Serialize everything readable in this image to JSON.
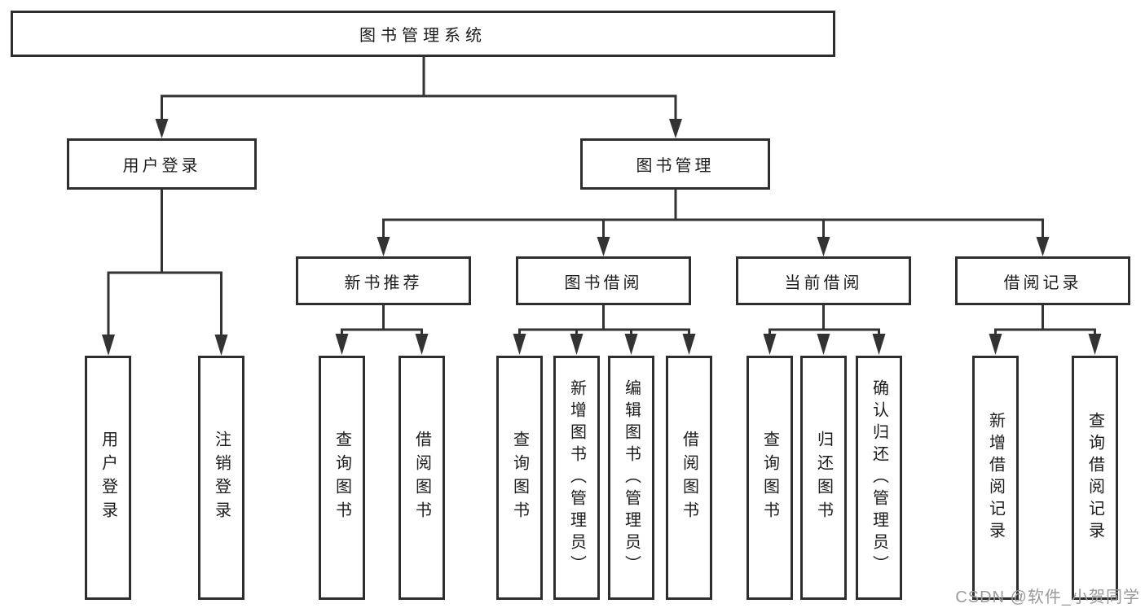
{
  "diagram": {
    "root": "图书管理系统",
    "level2": [
      "用户登录",
      "图书管理"
    ],
    "level3": [
      "新书推荐",
      "图书借阅",
      "当前借阅",
      "借阅记录"
    ],
    "leaves": {
      "user_login": [
        "用户登录",
        "注销登录"
      ],
      "new_book_recommend": [
        "查询图书",
        "借阅图书"
      ],
      "book_borrow": [
        "查询图书",
        "新增图书（管理员）",
        "编辑图书（管理员）",
        "借阅图书"
      ],
      "current_borrow": [
        "查询图书",
        "归还图书",
        "确认归还（管理员）"
      ],
      "borrow_records": [
        "新增借阅记录",
        "查询借阅记录"
      ]
    }
  },
  "watermark": "CSDN @软件_小贺同学",
  "colors": {
    "line": "#333333",
    "border": "#2e2e2e",
    "text": "#1c1c1c",
    "watermark": "#9a9a9a",
    "background": "#ffffff"
  }
}
